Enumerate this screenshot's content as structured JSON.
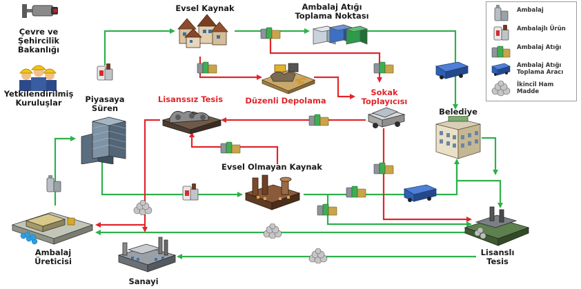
{
  "nodes": {
    "evsel_kaynak": "Evsel Kaynak",
    "toplama_noktasi": [
      "Ambalaj Atığı",
      "Toplama Noktası"
    ],
    "cevre_bakanligi": [
      "Çevre ve",
      "Şehircilik",
      "Bakanlığı"
    ],
    "yetkilendirilmis": [
      "Yetkilendirilmiş",
      "Kuruluşlar"
    ],
    "piyasaya_suren": [
      "Piyasaya",
      "Süren"
    ],
    "lisanssiz_tesis": "Lisanssız Tesis",
    "duzenli_depolama": "Düzenli Depolama",
    "sokak_toplayicisi": [
      "Sokak",
      "Toplayıcısı"
    ],
    "belediye": "Belediye",
    "evsel_olmayan": "Evsel Olmayan Kaynak",
    "ambalaj_ureticisi": [
      "Ambalaj",
      "Üreticisi"
    ],
    "sanayi": "Sanayi",
    "lisansli_tesis": [
      "Lisanslı",
      "Tesis"
    ]
  },
  "legend": [
    {
      "label": "Ambalaj",
      "icon": "ambalaj-icon"
    },
    {
      "label": "Ambalajlı Ürün",
      "icon": "ambalajli-urun-icon"
    },
    {
      "label": "Ambalaj Atığı",
      "icon": "ambalaj-atigi-icon"
    },
    {
      "label": "Ambalaj Atığı Toplama Aracı",
      "lines": [
        "Ambalaj Atığı",
        "Toplama Aracı"
      ],
      "icon": "toplama-araci-icon"
    },
    {
      "label": "İkincil Ham Madde",
      "lines": [
        "İkincil Ham",
        "Madde"
      ],
      "icon": "ikincil-ham-madde-icon"
    }
  ],
  "colors": {
    "green_flow": "#2db04b",
    "red_flow": "#e0252b",
    "label_text": "#1a1a1a",
    "red_label_text": "#e0252b",
    "legend_border": "#9a9a9a"
  }
}
